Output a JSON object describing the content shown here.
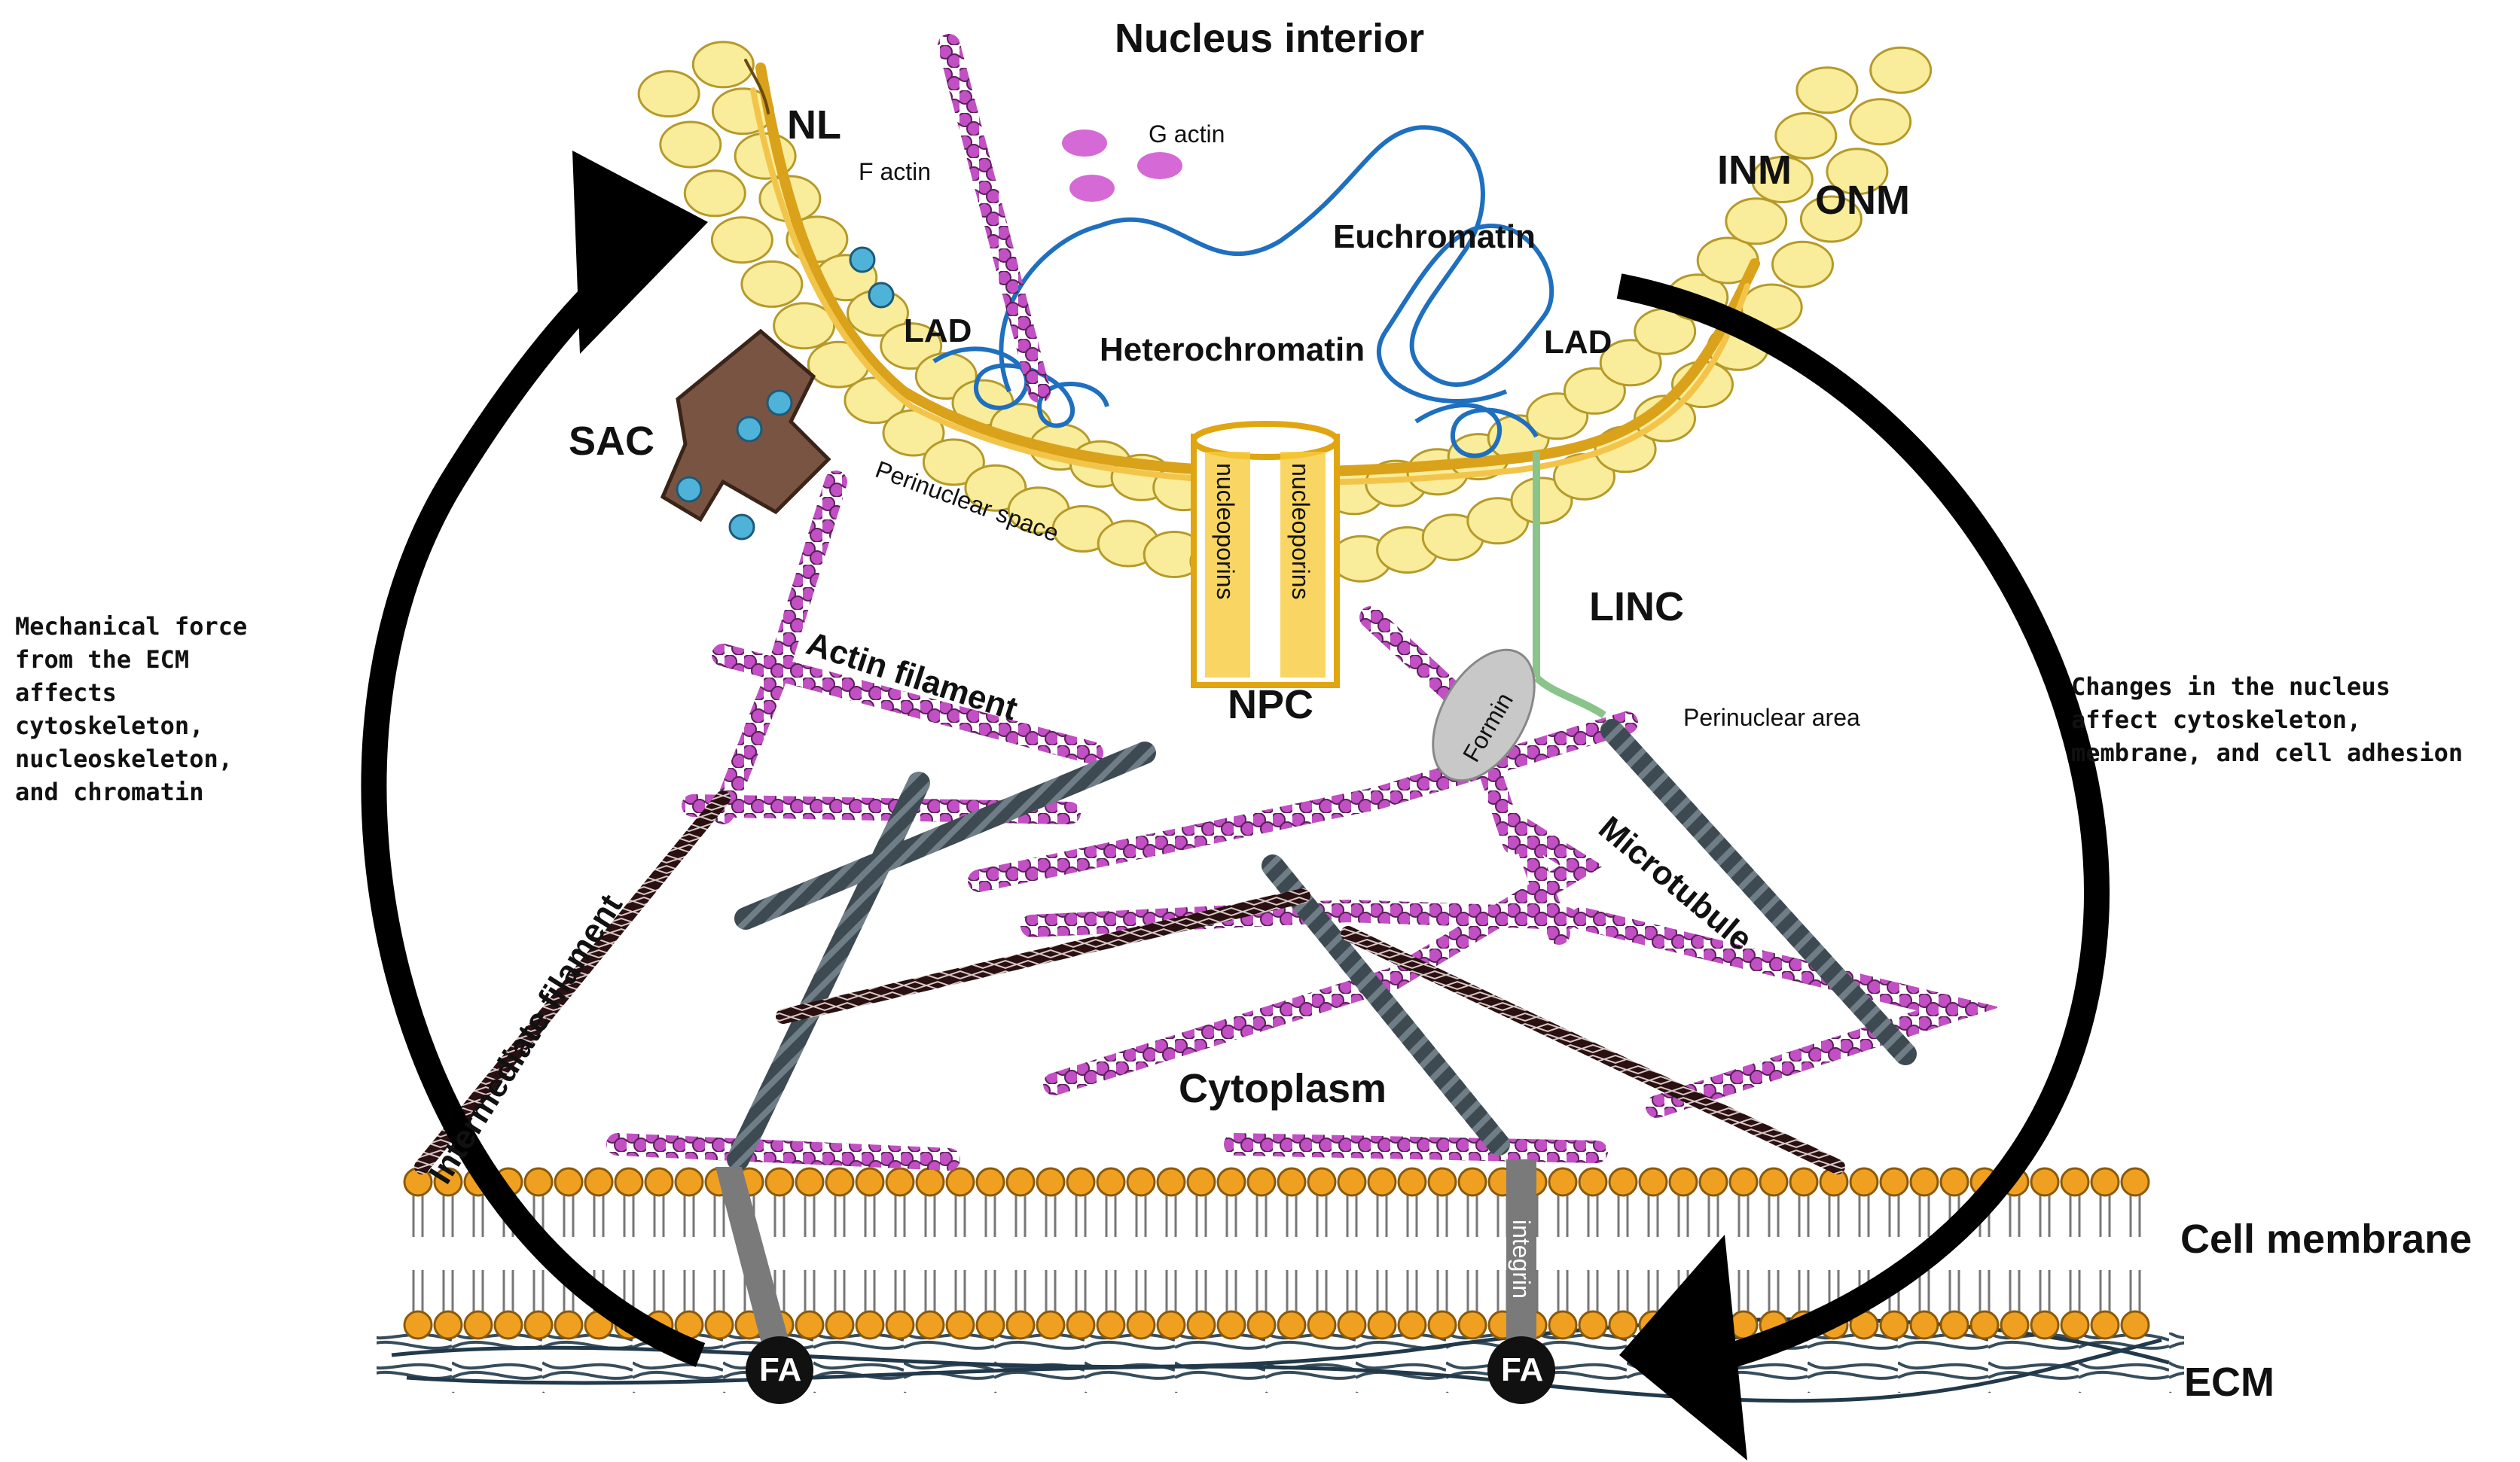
{
  "labels": {
    "nucleus_interior": "Nucleus interior",
    "nl": "NL",
    "g_actin": "G actin",
    "f_actin": "F actin",
    "inm": "INM",
    "onm": "ONM",
    "euchromatin": "Euchromatin",
    "lad_left": "LAD",
    "lad_right": "LAD",
    "heterochromatin": "Heterochromatin",
    "sac": "SAC",
    "perinuclear_space": "Perinuclear space",
    "nucleoporins_1": "nucleoporins",
    "nucleoporins_2": "nucleoporins",
    "linc": "LINC",
    "npc": "NPC",
    "actin_filament": "Actin filament",
    "formin": "Formin",
    "perinuclear_area": "Perinuclear area",
    "microtubule": "Microtubule",
    "intermediate_filament": "Intermediate filament",
    "cytoplasm": "Cytoplasm",
    "integrin": "integrin",
    "cell_membrane": "Cell membrane",
    "fa_left": "FA",
    "fa_right": "FA",
    "ecm": "ECM"
  },
  "side_notes": {
    "left": [
      "Mechanical force",
      "from the ECM",
      "affects",
      "cytoskeleton,",
      "nucleoskeleton,",
      "and chromatin"
    ],
    "right": [
      "Changes in the nucleus",
      "affect cytoskeleton,",
      "membrane, and cell adhesion"
    ]
  },
  "colors": {
    "membrane_head": "#f0a020",
    "nuclear_envelope": "#f9ec9a",
    "lamina": "#d9a21a",
    "actin": "#c24fc4",
    "chromatin": "#1f6fbf",
    "microtubule": "#3d4a52",
    "intermediate_filament": "#3a1a1a",
    "sac": "#7a5442",
    "ions": "#4fb3d9",
    "linc": "#8bc48a",
    "formin": "#c8c8c8",
    "arrow": "#000000"
  }
}
